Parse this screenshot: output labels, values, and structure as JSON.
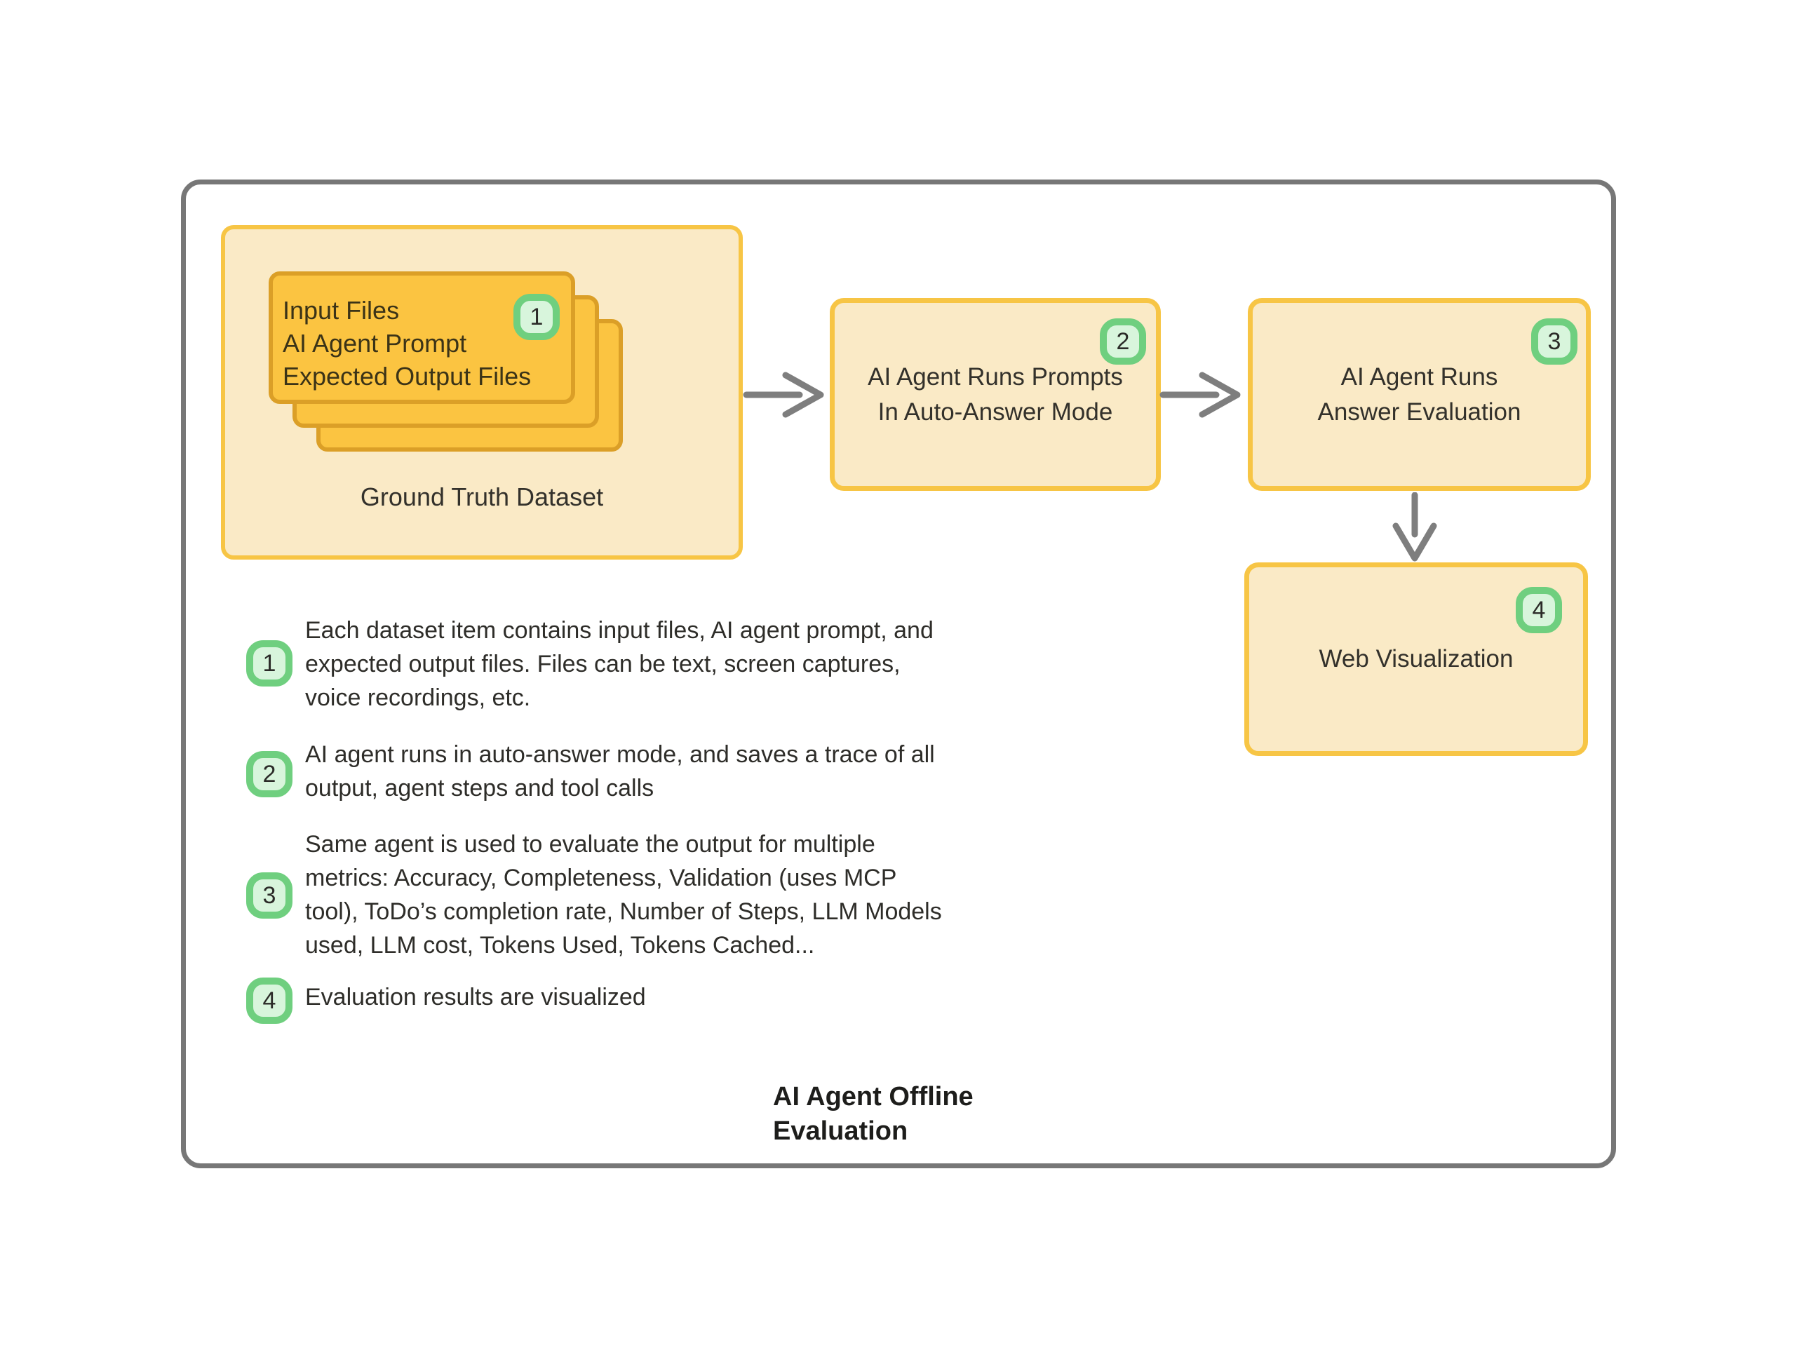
{
  "diagram": {
    "ground_truth": {
      "card_lines": "Input Files\nAI Agent Prompt\nExpected Output Files",
      "badge": "1",
      "label": "Ground Truth Dataset"
    },
    "boxes": [
      {
        "badge": "2",
        "label": "AI Agent Runs Prompts\nIn Auto-Answer Mode"
      },
      {
        "badge": "3",
        "label": "AI Agent Runs\nAnswer Evaluation"
      },
      {
        "badge": "4",
        "label": "Web Visualization"
      }
    ],
    "annotations": [
      {
        "badge": "1",
        "text": "Each dataset item contains input files, AI agent prompt, and\nexpected output files. Files can be text, screen captures,\nvoice recordings, etc."
      },
      {
        "badge": "2",
        "text": "AI agent runs in auto-answer mode, and saves a trace of all\noutput, agent steps and tool calls"
      },
      {
        "badge": "3",
        "text": "Same agent is used to evaluate the output for multiple\nmetrics: Accuracy, Completeness, Validation (uses MCP\ntool), ToDo’s completion rate, Number of Steps, LLM Models\nused, LLM cost, Tokens Used, Tokens Cached..."
      },
      {
        "badge": "4",
        "text": "Evaluation results are visualized"
      }
    ],
    "title": "AI Agent Offline\nEvaluation",
    "colors": {
      "frame_gray": "#777777",
      "arrow_gray": "#7E7E7E",
      "container_fill": "#FAEAC6",
      "gold_border": "#F7C545",
      "card_fill": "#FBC441",
      "card_border": "#DB9F27",
      "badge_ring_green": "#6FCF7F",
      "badge_fill_green": "#D8F5DC",
      "text_dark": "#2E2D29"
    }
  }
}
